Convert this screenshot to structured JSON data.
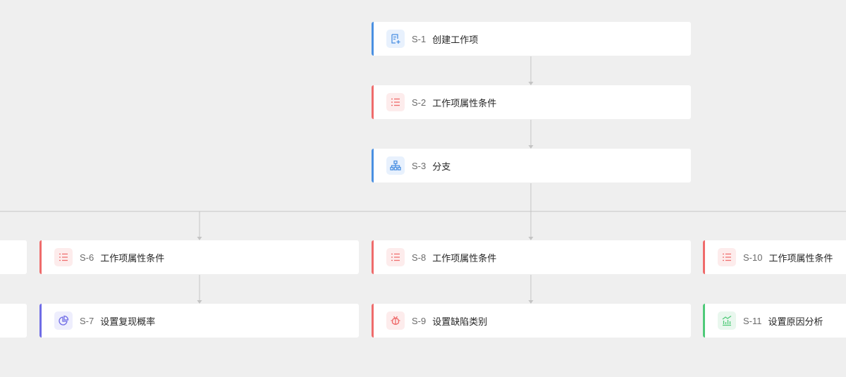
{
  "workflow": {
    "nodes": [
      {
        "id": "s1",
        "code": "S-1",
        "label": "创建工作项",
        "icon": "create-doc-icon",
        "color": "#4a90e2"
      },
      {
        "id": "s2",
        "code": "S-2",
        "label": "工作项属性条件",
        "icon": "list-icon",
        "color": "#ef6b6b"
      },
      {
        "id": "s3",
        "code": "S-3",
        "label": "分支",
        "icon": "branch-icon",
        "color": "#4a90e2"
      },
      {
        "id": "s6",
        "code": "S-6",
        "label": "工作项属性条件",
        "icon": "list-icon",
        "color": "#ef6b6b"
      },
      {
        "id": "s7",
        "code": "S-7",
        "label": "设置复现概率",
        "icon": "pie-chart-icon",
        "color": "#6f6ce6"
      },
      {
        "id": "s8",
        "code": "S-8",
        "label": "工作项属性条件",
        "icon": "list-icon",
        "color": "#ef6b6b"
      },
      {
        "id": "s9",
        "code": "S-9",
        "label": "设置缺陷类别",
        "icon": "bug-icon",
        "color": "#ef6b6b"
      },
      {
        "id": "s10",
        "code": "S-10",
        "label": "工作项属性条件",
        "icon": "list-icon",
        "color": "#ef6b6b"
      },
      {
        "id": "s11",
        "code": "S-11",
        "label": "设置原因分析",
        "icon": "bar-chart-icon",
        "color": "#4fca79"
      }
    ]
  }
}
